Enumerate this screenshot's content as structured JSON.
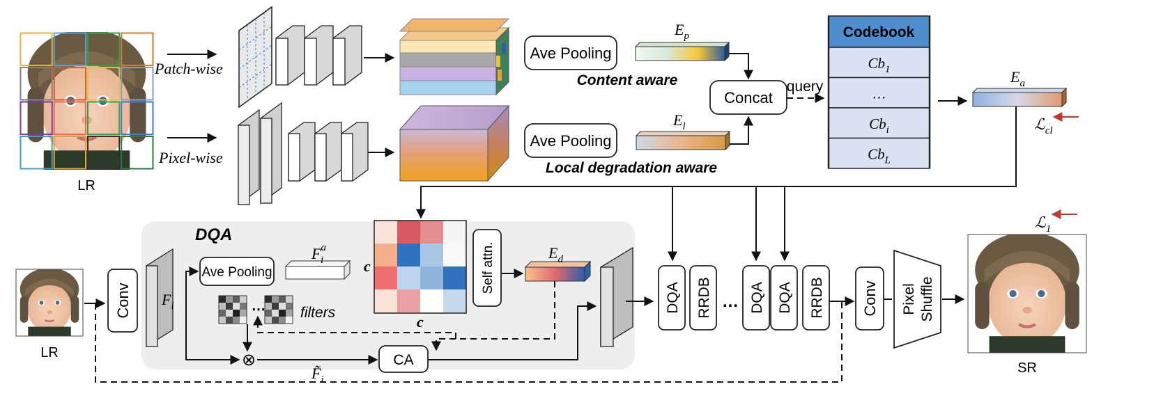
{
  "colors": {
    "codebook_header": "#4f8fd0",
    "codebook_rows": "#dae3f3",
    "dqa_panel": "#eeeeee",
    "loss_arrow": "#c0392b"
  },
  "top": {
    "lr_label": "LR",
    "patch_wise": "Patch-wise",
    "pixel_wise": "Pixel-wise",
    "ave_pooling_top": "Ave Pooling",
    "ave_pooling_bottom": "Ave Pooling",
    "content_aware": "Content aware",
    "local_degradation_aware": "Local degradation aware",
    "ep": "E",
    "ep_sub": "p",
    "el": "E",
    "el_sub": "l",
    "concat": "Concat",
    "query": "query",
    "ea": "E",
    "ea_sub": "a",
    "lcl": "ℒ",
    "lcl_sub": "cl"
  },
  "codebook": {
    "header": "Codebook",
    "rows": [
      {
        "main": "Cb",
        "sub": "1"
      },
      {
        "main": "…",
        "sub": ""
      },
      {
        "main": "Cb",
        "sub": "i"
      },
      {
        "main": "Cb",
        "sub": "L"
      }
    ]
  },
  "bottom": {
    "lr_label": "LR",
    "conv1": "Conv",
    "dqa_title": "DQA",
    "fi": "F",
    "fi_sub": "i",
    "ave_pooling": "Ave Pooling",
    "fia": "F",
    "fia_sub": "i",
    "fia_sup": "a",
    "c_left": "c",
    "c_bottom": "c",
    "self_attn": "Self attn.",
    "ed": "E",
    "ed_sub": "d",
    "filters": "filters",
    "ca": "CA",
    "otimes": "⊗",
    "fi_tilde": "F̃",
    "fi_tilde_sub": "i",
    "blocks": [
      "DQA",
      "RRDB",
      "…",
      "DQA",
      "DQA",
      "RRDB"
    ],
    "conv2": "Conv",
    "pixel_shuffle_1": "Pixel",
    "pixel_shuffle_2": "Shuffle",
    "l1": "ℒ",
    "l1_sub": "1",
    "sr_label": "SR"
  },
  "matrix": {
    "colors": [
      [
        "#f9e4da",
        "#d85a5f",
        "#e58e90",
        "#f5f5f8"
      ],
      [
        "#f3b08a",
        "#2f72bd",
        "#a9c6e4",
        "#f9f9fb"
      ],
      [
        "#f07071",
        "#bcd4ee",
        "#8fb5de",
        "#2f72bd"
      ],
      [
        "#fbe2d6",
        "#eda0a3",
        "#ffffff",
        "#c6d8ee"
      ]
    ]
  },
  "filter_colors": [
    [
      "#2a2a2a",
      "#9a9a9a",
      "#5a5a5a",
      "#d0d0d0"
    ],
    [
      "#bdbdbd",
      "#3a3a3a",
      "#e0e0e0",
      "#777777"
    ],
    [
      "#666666",
      "#dcdcdc",
      "#1f1f1f",
      "#a8a8a8"
    ],
    [
      "#c8c8c8",
      "#4d4d4d",
      "#8c8c8c",
      "#f0f0f0"
    ]
  ],
  "patch_colors": [
    "#e0b23f",
    "#5a9fd6",
    "#3a9a4a",
    "#d9772d",
    "#808080",
    "#e05a2a",
    "#e8c040",
    "#7fa0c8",
    "#7a3aa0",
    "#e86a5a",
    "#2ea84a",
    "#3a7fd0",
    "#3aa0c8",
    "#e8a030",
    "#303030",
    "#2a7a3a"
  ]
}
